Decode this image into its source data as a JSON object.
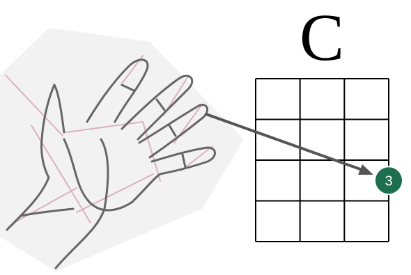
{
  "chord": {
    "name": "C"
  },
  "fretboard": {
    "strings": 4,
    "frets": 4,
    "dots": [
      {
        "string": 4,
        "fret": 3,
        "finger": "3"
      }
    ]
  },
  "colors": {
    "grid": "#000000",
    "dot_fill": "#1e6f4f",
    "dot_text": "#ffffff",
    "arrow": "#555555",
    "hand_outline": "#555555",
    "hand_guides": "#d9a6b3",
    "hand_shadow": "#e9e9ea"
  },
  "illustration": {
    "subject": "hand-sketch",
    "pointing_finger": "ring finger"
  }
}
